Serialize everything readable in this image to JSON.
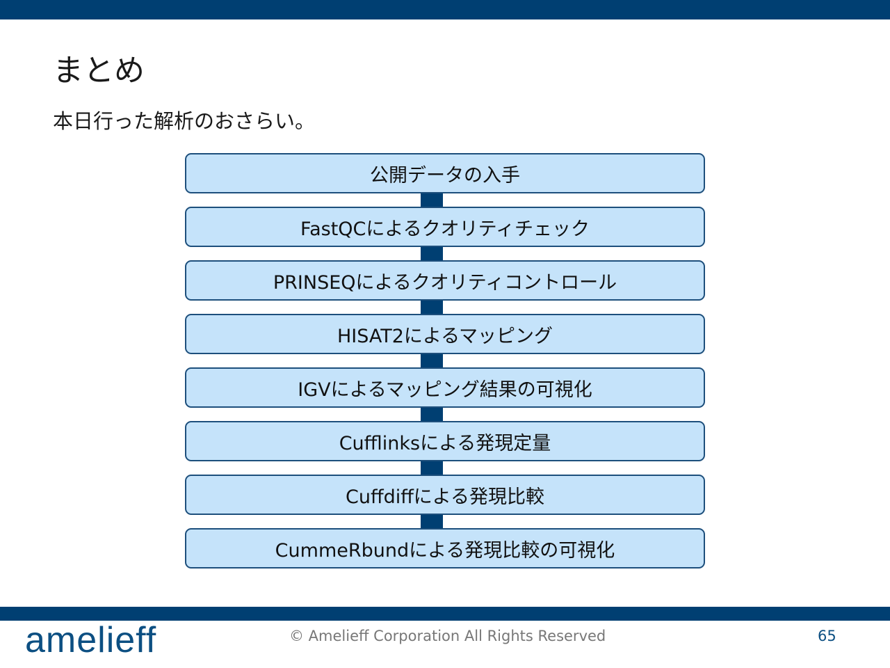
{
  "slide": {
    "title": "まとめ",
    "subtitle": "本日行った解析のおさらい。"
  },
  "flow": {
    "steps": [
      "公開データの入手",
      "FastQCによるクオリティチェック",
      "PRINSEQによるクオリティコントロール",
      "HISAT2によるマッピング",
      "IGVによるマッピング結果の可視化",
      "Cufflinksによる発現定量",
      "Cuffdiffによる発現比較",
      "CummeRbundによる発現比較の可視化"
    ]
  },
  "footer": {
    "logo_text": "amelieff",
    "copyright": "© Amelieff Corporation All Rights Reserved",
    "page_number": "65"
  },
  "colors": {
    "bar": "#003f72",
    "box_fill": "#c5e3fa",
    "box_border": "#1d4f7c",
    "logo": "#0c4f82"
  }
}
